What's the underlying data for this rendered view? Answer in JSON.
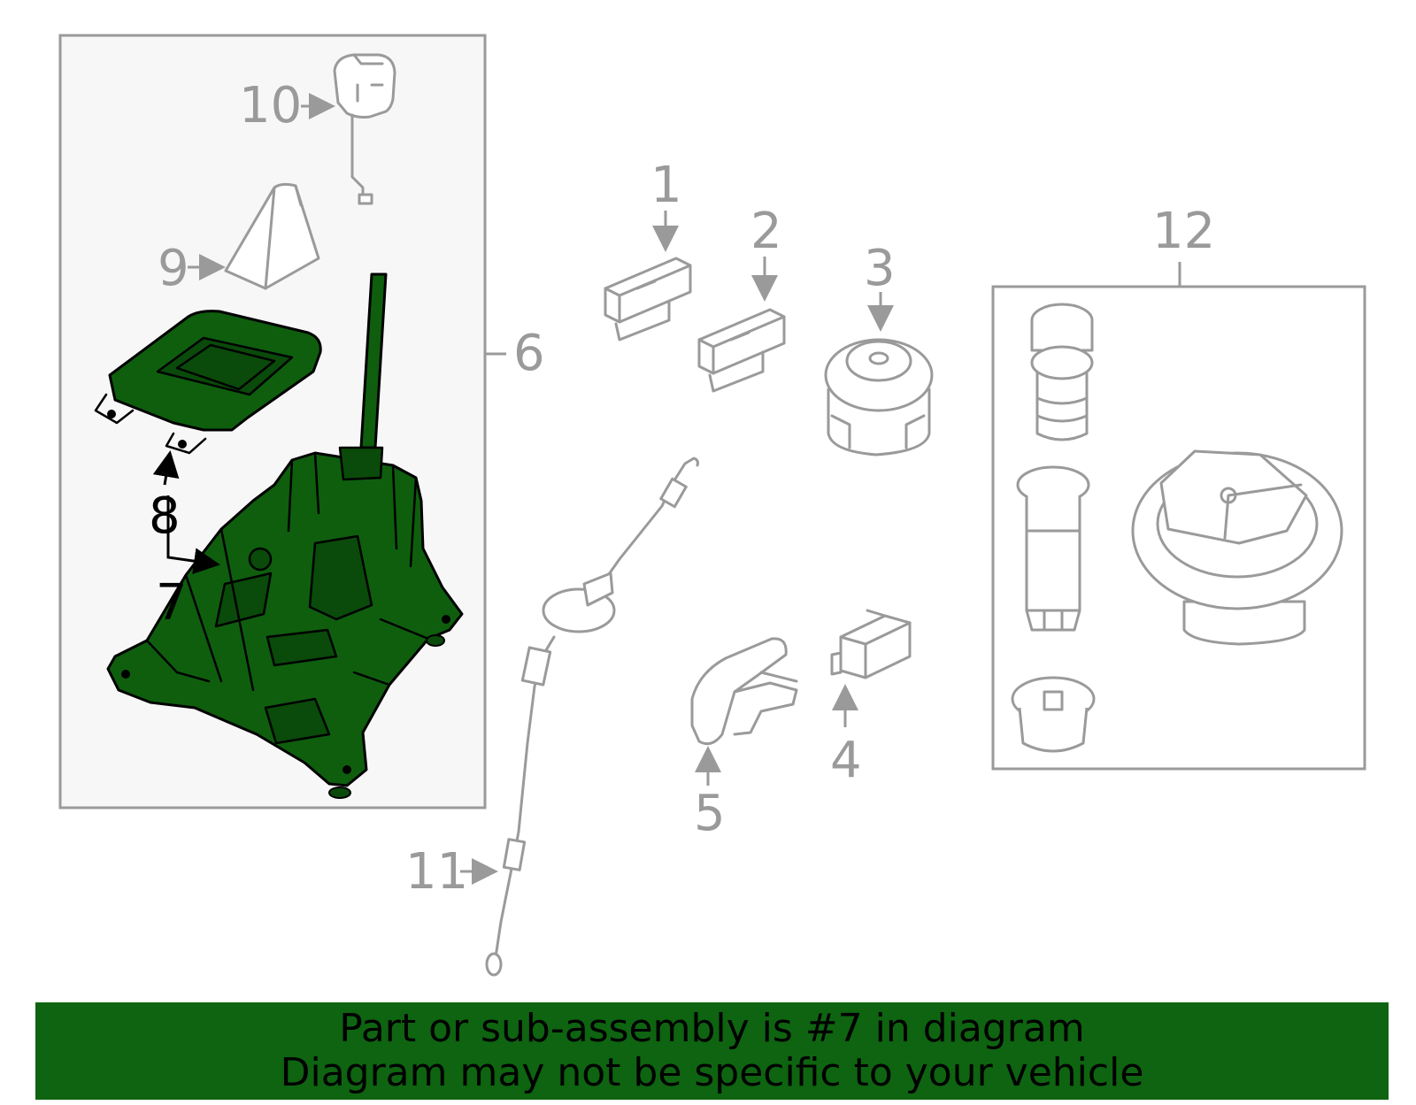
{
  "callouts": {
    "c1": "1",
    "c2": "2",
    "c3": "3",
    "c4": "4",
    "c5": "5",
    "c6": "6",
    "c7": "7",
    "c8": "8",
    "c9": "9",
    "c10": "10",
    "c11": "11",
    "c12": "12"
  },
  "highlighted_part": "7",
  "colors": {
    "highlight": "#0e5e0e",
    "outline": "#9a9a9a",
    "banner": "#0e6410"
  },
  "banner": {
    "line1": "Part or sub-assembly is #7 in diagram",
    "line2": "Diagram may not be specific to your vehicle"
  }
}
